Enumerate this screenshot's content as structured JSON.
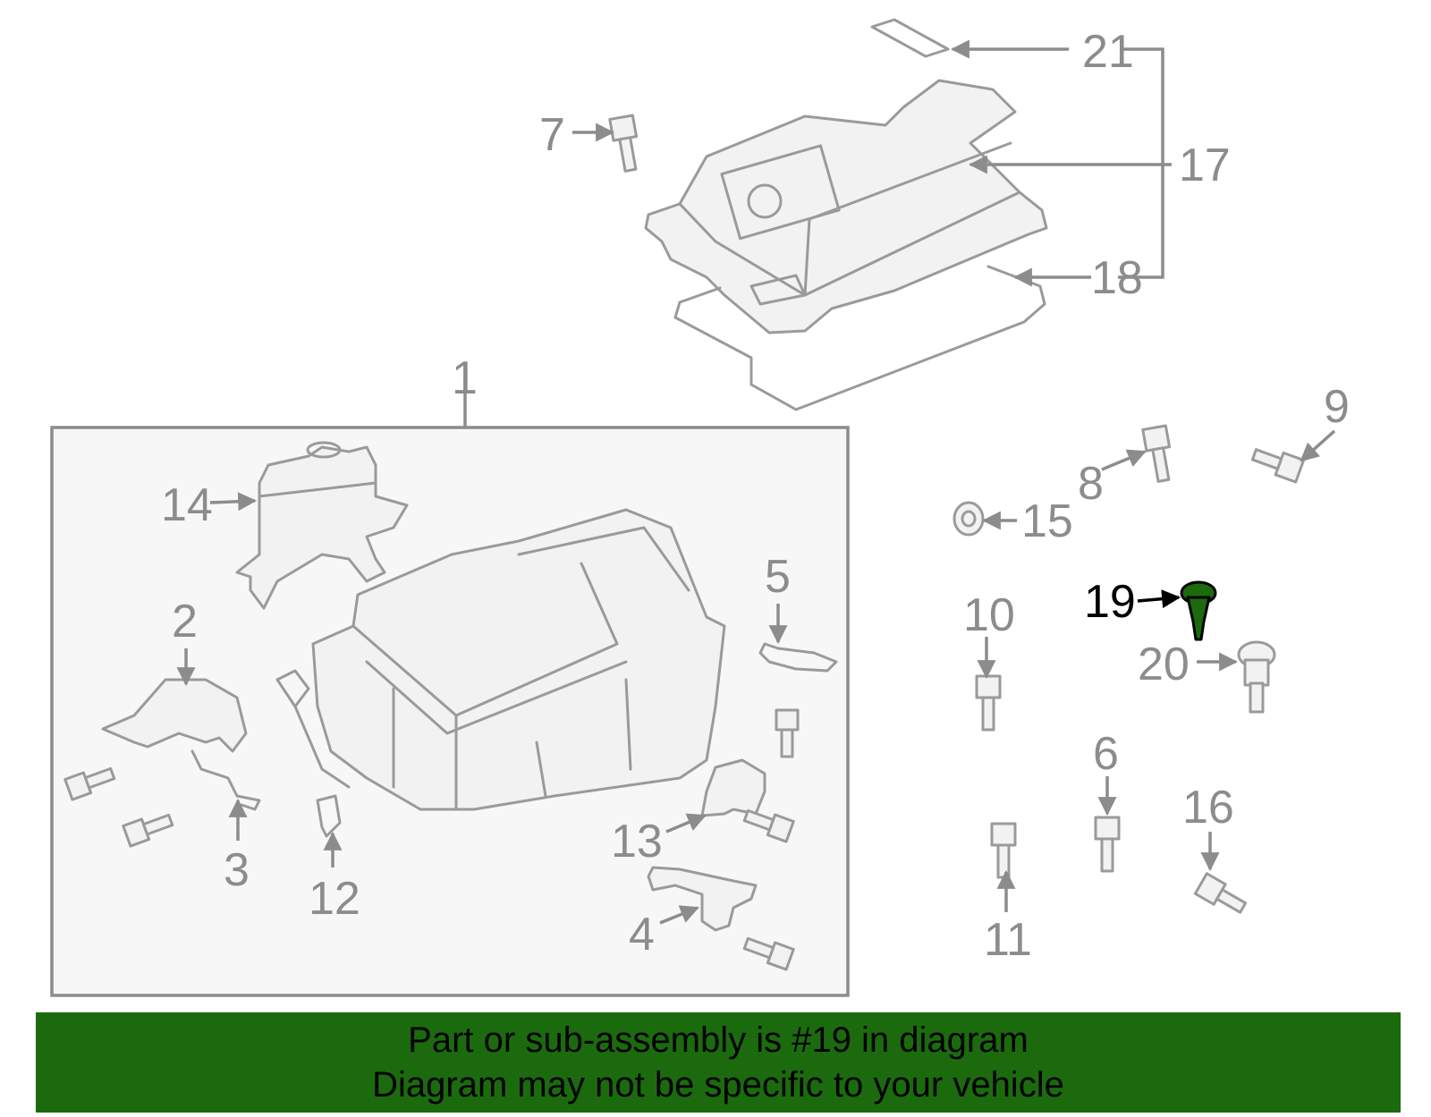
{
  "callouts": {
    "c1": "1",
    "c2": "2",
    "c3": "3",
    "c4": "4",
    "c5": "5",
    "c6": "6",
    "c7": "7",
    "c8": "8",
    "c9": "9",
    "c10": "10",
    "c11": "11",
    "c12": "12",
    "c13": "13",
    "c14": "14",
    "c15": "15",
    "c16": "16",
    "c17": "17",
    "c18": "18",
    "c19": "19",
    "c20": "20",
    "c21": "21"
  },
  "highlight": {
    "part": "19",
    "color": "#1b6b0e"
  },
  "banner": {
    "line1": "Part or sub-assembly is #19 in diagram",
    "line2": "Diagram may not be specific to your vehicle",
    "background": "#1b6b0e"
  }
}
